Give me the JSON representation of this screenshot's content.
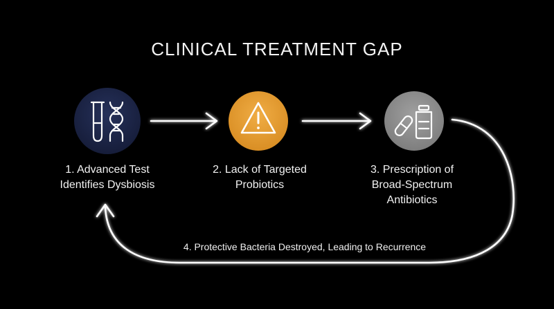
{
  "title": "CLINICAL TREATMENT GAP",
  "colors": {
    "background": "#000000",
    "step1_circle": "#1c2647",
    "step2_circle": "#e8a43a",
    "step3_circle": "#8f8f8f",
    "arrow": "#ffffff"
  },
  "steps": [
    {
      "icon": "test-tube-dna-icon",
      "label_lines": [
        "1. Advanced Test",
        "Identifies Dysbiosis"
      ]
    },
    {
      "icon": "warning-triangle-icon",
      "label_lines": [
        "2. Lack of Targeted",
        "Probiotics"
      ]
    },
    {
      "icon": "pill-bottle-icon",
      "label_lines": [
        "3. Prescription of",
        "Broad-Spectrum",
        "Antibiotics"
      ]
    }
  ],
  "loop_label": "4. Protective Bacteria Destroyed, Leading to Recurrence"
}
